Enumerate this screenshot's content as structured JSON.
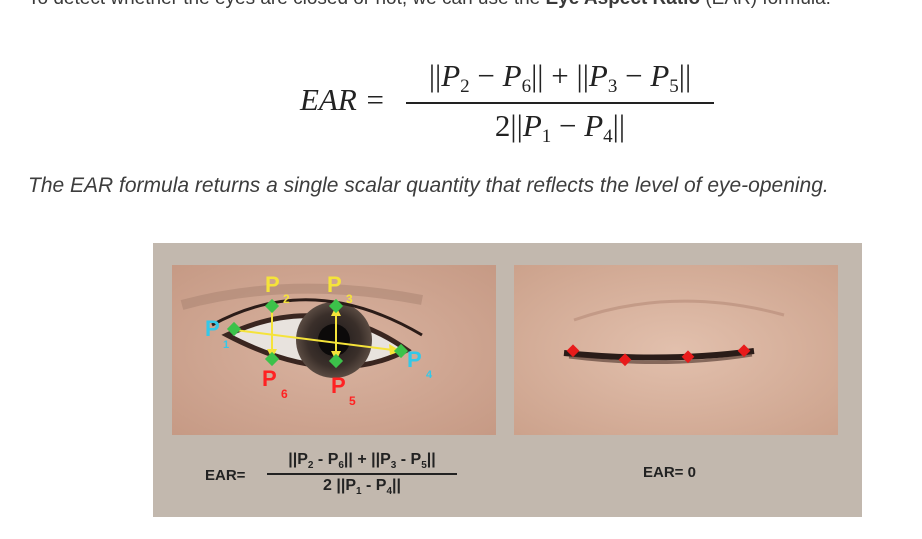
{
  "intro": {
    "before": "To detect whether the eyes are closed or not, we can use the ",
    "bold": "Eye Aspect Ratio",
    "after": " (EAR) formula:"
  },
  "formula": {
    "lhs": "EAR =",
    "numerator": "||P2 − P6|| + ||P3 − P5||",
    "denominator": "2||P1 − P4||"
  },
  "caption": "The EAR formula returns a single scalar quantity that reflects the level of eye-opening.",
  "figure": {
    "landmarks": [
      {
        "label": "P",
        "index": "1"
      },
      {
        "label": "P",
        "index": "2"
      },
      {
        "label": "P",
        "index": "3"
      },
      {
        "label": "P",
        "index": "4"
      },
      {
        "label": "P",
        "index": "5"
      },
      {
        "label": "P",
        "index": "6"
      }
    ],
    "formula_label": "EAR=",
    "formula_numerator": "||P2 - P6|| + ||P3 - P5||",
    "formula_denominator": "2 ||P1 - P4||",
    "closed_result": "EAR= 0"
  },
  "colors": {
    "panel_bg": "#c2b8ae",
    "landmark_green": "#3cc24a",
    "label_yellow": "#f5e33a",
    "label_cyan": "#34c8e8",
    "label_red": "#ff2222",
    "closed_point": "#e81b1b"
  }
}
